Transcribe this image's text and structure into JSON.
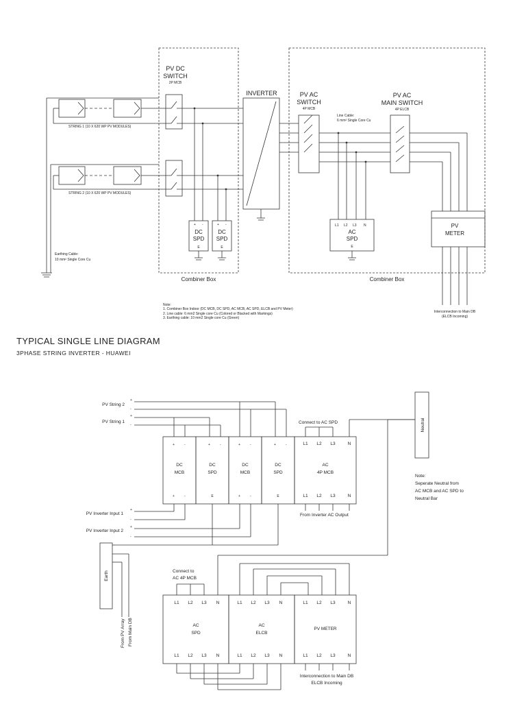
{
  "top": {
    "pv_dc_switch": {
      "line1": "PV DC",
      "line2": "SWITCH",
      "rating": "2P MCB"
    },
    "inverter": "INVERTER",
    "pv_ac_switch": {
      "line1": "PV AC",
      "line2": "SWITCH",
      "rating": "4P MCB"
    },
    "main_switch": {
      "line1": "PV AC",
      "line2": "MAIN SWITCH",
      "rating": "4P ELCB"
    },
    "line_cable": {
      "line1": "Line Cable:",
      "line2": "6 mm² Single Core Cu"
    },
    "string1": "STRING 1 (10 X 620 WP PV MODULES)",
    "string2": "STRING 2 (10 X 620 WP PV MODULES)",
    "earthing": {
      "line1": "Earthing Cable:",
      "line2": "10 mm² Single Core Cu"
    },
    "dc_spd": {
      "line1": "DC",
      "line2": "SPD",
      "plus": "+",
      "minus": "-",
      "earth": "E"
    },
    "ac_spd": {
      "line1": "AC",
      "line2": "SPD",
      "l1": "L1",
      "l2": "L2",
      "l3": "L3",
      "n": "N",
      "earth": "E"
    },
    "pv_meter": {
      "line1": "PV",
      "line2": "METER"
    },
    "combiner_left": "Combiner Box",
    "combiner_right": "Combiner Box",
    "interconnection": {
      "line1": "Interconnection to Main DB",
      "line2": "(ELCB Incoming)"
    },
    "notes": [
      "Note:",
      "1. Combiner Box Indoor (DC MCB, DC SPD, AC MCB, AC SPD, ELCB and PV Meter)",
      "2. Line cable: 6 mm2 Single core Cu (Colored or Blacked with Markings)",
      "3. Earthing cable: 10 mm2 Single core Cu (Green)"
    ]
  },
  "heading": "TYPICAL SINGLE LINE DIAGRAM",
  "subheading": "3PHASE STRING INVERTER - HUAWEI",
  "wiring": {
    "pv_string2": "PV String 2",
    "pv_string1": "PV String 1",
    "inv_in1": "PV Inverter Input 1",
    "inv_in2": "PV Inverter Input 2",
    "plus": "+",
    "minus": "-",
    "neutral": "Neutral",
    "earth": "Earth",
    "from_pv_array": "From PV Array",
    "from_main_db": "From Main DB",
    "connect_ac_spd": "Connect to AC SPD",
    "from_inv_ac": "From Inverter AC Output",
    "note": [
      "Note:",
      "Seperate Neutral from",
      "AC MCB and AC SPD to",
      "Neutral Bar"
    ],
    "connect_ac4p": {
      "line1": "Connect to",
      "line2": "AC 4P MCB"
    },
    "dc_mcb": {
      "line1": "DC",
      "line2": "MCB"
    },
    "dc_spd": {
      "line1": "DC",
      "line2": "SPD"
    },
    "ac_4p_mcb": {
      "line1": "AC",
      "line2": "4P MCB"
    },
    "ac_spd": {
      "line1": "AC",
      "line2": "SPD"
    },
    "ac_elcb": {
      "line1": "AC",
      "line2": "ELCB"
    },
    "pv_meter": "PV METER",
    "l1": "L1",
    "l2": "L2",
    "l3": "L3",
    "n": "N",
    "e": "E",
    "interconnection": {
      "line1": "Interconnection to Main DB",
      "line2": "ELCB Incoming"
    }
  }
}
